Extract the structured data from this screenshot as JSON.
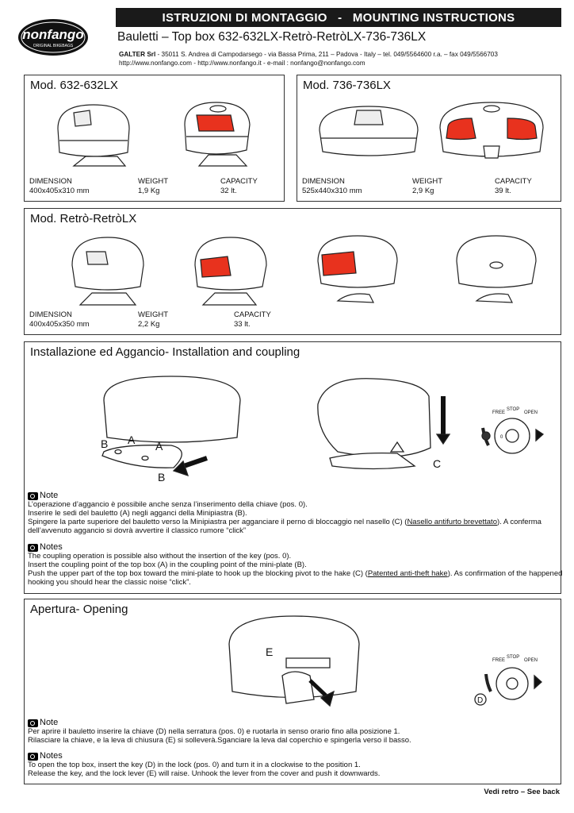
{
  "header": {
    "logo_text": "nonfango",
    "logo_subtext": "ORIGINAL BIKEBAGS",
    "title": "ISTRUZIONI DI MONTAGGIO   -   MOUNTING INSTRUCTIONS",
    "subtitle": "Bauletti – Top box 632-632LX-Retrò-RetròLX-736-736LX",
    "company_name": "GALTER Srl",
    "company_line1": " - 35011 S. Andrea di Campodarsego - via Bassa Prima, 211  –  Padova  -  Italy  –  tel. 049/5564600 r.a.  –  fax 049/5566703",
    "company_line2": "http://www.nonfango.com  -  http://www.nonfango.it  -  e-mail  :  nonfango@nonfango.com"
  },
  "models": [
    {
      "title": "Mod. 632-632LX",
      "dimension_label": "DIMENSION",
      "dimension": "400x405x310 mm",
      "weight_label": "WEIGHT",
      "weight": "1,9 Kg",
      "capacity_label": "CAPACITY",
      "capacity": "32 lt."
    },
    {
      "title": "Mod. 736-736LX",
      "dimension_label": "DIMENSION",
      "dimension": "525x440x310 mm",
      "weight_label": "WEIGHT",
      "weight": "2,9 Kg",
      "capacity_label": "CAPACITY",
      "capacity": "39 lt."
    },
    {
      "title": "Mod. Retrò-RetròLX",
      "dimension_label": "DIMENSION",
      "dimension": "400x405x350 mm",
      "weight_label": "WEIGHT",
      "weight": "2,2 Kg",
      "capacity_label": "CAPACITY",
      "capacity": "33 lt."
    }
  ],
  "installation": {
    "title": "Installazione ed Aggancio- Installation and coupling",
    "labels": {
      "a": "A",
      "b": "B",
      "c": "C"
    },
    "dial": {
      "free": "FREE",
      "stop": "STOP",
      "open": "OPEN",
      "zero": "0"
    },
    "note_it_label": "Note",
    "note_it": [
      "L’operazione d’aggancio è possibile anche senza l’inserimento della chiave (pos. 0).",
      "Inserire le sedi del bauletto (A) negli agganci della Minipiastra (B).",
      "Spingere la parte superiore del bauletto verso la Minipiastra per agganciare il perno di bloccaggio nel nasello (C) (",
      "Nasello antifurto brevettato",
      "). A conferma dell’avvenuto aggancio si dovrà avvertire il classico rumore “click”"
    ],
    "note_en_label": "Notes",
    "note_en": [
      "The coupling operation is possible also without the insertion of the key (pos. 0).",
      "Insert the coupling point of the top box (A) in the coupling point of the mini-plate (B).",
      "Push the upper part of the top box toward the mini-plate to hook up the blocking pivot to the hake (C) (",
      "Patented anti-theft hake",
      "). As confirmation of the happened hooking you should hear the classic noise “click”."
    ]
  },
  "opening": {
    "title": "Apertura- Opening",
    "labels": {
      "d": "D",
      "e": "E"
    },
    "dial": {
      "free": "FREE",
      "stop": "STOP",
      "open": "OPEN"
    },
    "note_it_label": "Note",
    "note_it": [
      "Per aprire il bauletto inserire la chiave (D) nella serratura (pos. 0) e ruotarla in senso orario fino alla posizione 1.",
      "Rilasciare la chiave, e la leva di chiusura (E) si solleverà.Sganciare la leva dal coperchio e spingerla verso il basso."
    ],
    "note_en_label": "Notes",
    "note_en": [
      "To open the top box, insert the key (D) in the lock (pos. 0) and turn it in a clockwise to the position 1.",
      "Release the key, and the lock lever (E) will raise. Unhook the lever from the cover and push it downwards."
    ]
  },
  "footer": "Vedi retro – See back",
  "colors": {
    "highlight": "#e8321e",
    "dark": "#1a1a1a"
  }
}
